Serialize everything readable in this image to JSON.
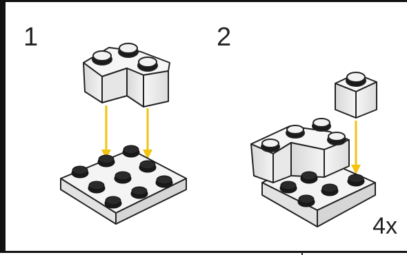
{
  "steps": [
    {
      "number": "1"
    },
    {
      "number": "2"
    }
  ],
  "multiplier": "4x",
  "colors": {
    "brick_light": "#f4f4f4",
    "brick_mid": "#e2e2e2",
    "brick_shade": "#cfcfcf",
    "stud_dark": "#1a1a1a",
    "arrow": "#f2c30f",
    "outline": "#222222"
  }
}
